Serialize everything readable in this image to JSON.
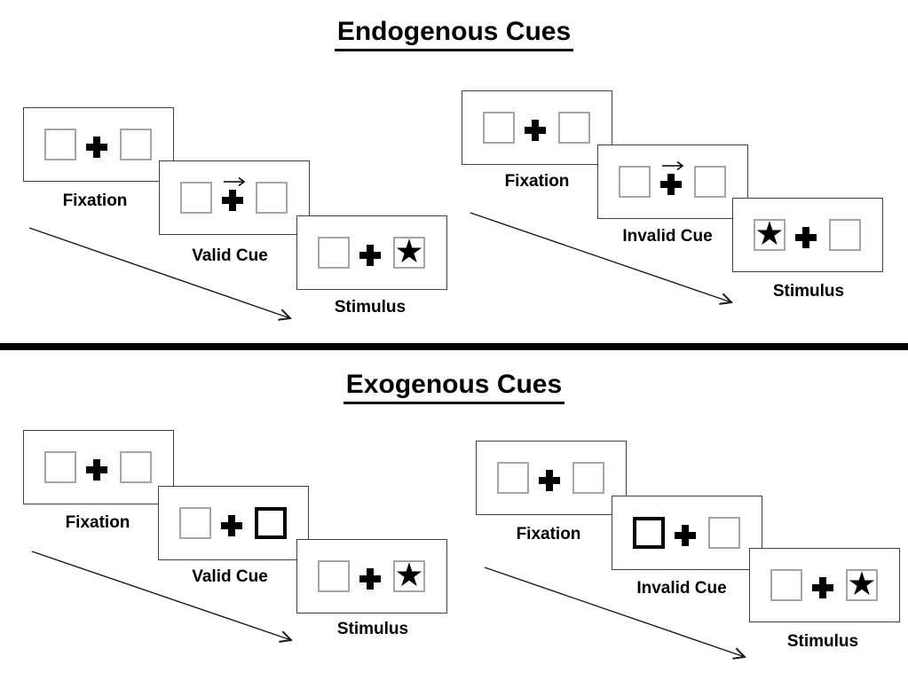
{
  "figure": {
    "kind": "posner-cueing-paradigm-diagram"
  },
  "sections": {
    "endogenous": {
      "title": "Endogenous Cues",
      "sequences": [
        {
          "name": "valid",
          "panels": [
            {
              "label": "Fixation",
              "cue": "none",
              "star": "none"
            },
            {
              "label": "Valid Cue",
              "cue": "arrow-right-above-cross",
              "star": "none"
            },
            {
              "label": "Stimulus",
              "cue": "none",
              "star": "right-box"
            }
          ]
        },
        {
          "name": "invalid",
          "panels": [
            {
              "label": "Fixation",
              "cue": "none",
              "star": "none"
            },
            {
              "label": "Invalid Cue",
              "cue": "arrow-right-above-cross",
              "star": "none"
            },
            {
              "label": "Stimulus",
              "cue": "none",
              "star": "left-box"
            }
          ]
        }
      ]
    },
    "exogenous": {
      "title": "Exogenous Cues",
      "sequences": [
        {
          "name": "valid",
          "panels": [
            {
              "label": "Fixation",
              "cue": "none",
              "star": "none"
            },
            {
              "label": "Valid Cue",
              "cue": "thick-box-right",
              "star": "none"
            },
            {
              "label": "Stimulus",
              "cue": "none",
              "star": "right-box"
            }
          ]
        },
        {
          "name": "invalid",
          "panels": [
            {
              "label": "Fixation",
              "cue": "none",
              "star": "none"
            },
            {
              "label": "Invalid Cue",
              "cue": "thick-box-left",
              "star": "none"
            },
            {
              "label": "Stimulus",
              "cue": "none",
              "star": "right-box"
            }
          ]
        }
      ]
    }
  },
  "icons": {
    "star": "★",
    "fixation_cross": "+",
    "cue_arrow": "→"
  },
  "colors": {
    "background": "#ffffff",
    "panel_border": "#404040",
    "box_border": "#a6a6a6",
    "cue_box_border": "#000000",
    "divider": "#000000",
    "text": "#000000"
  }
}
